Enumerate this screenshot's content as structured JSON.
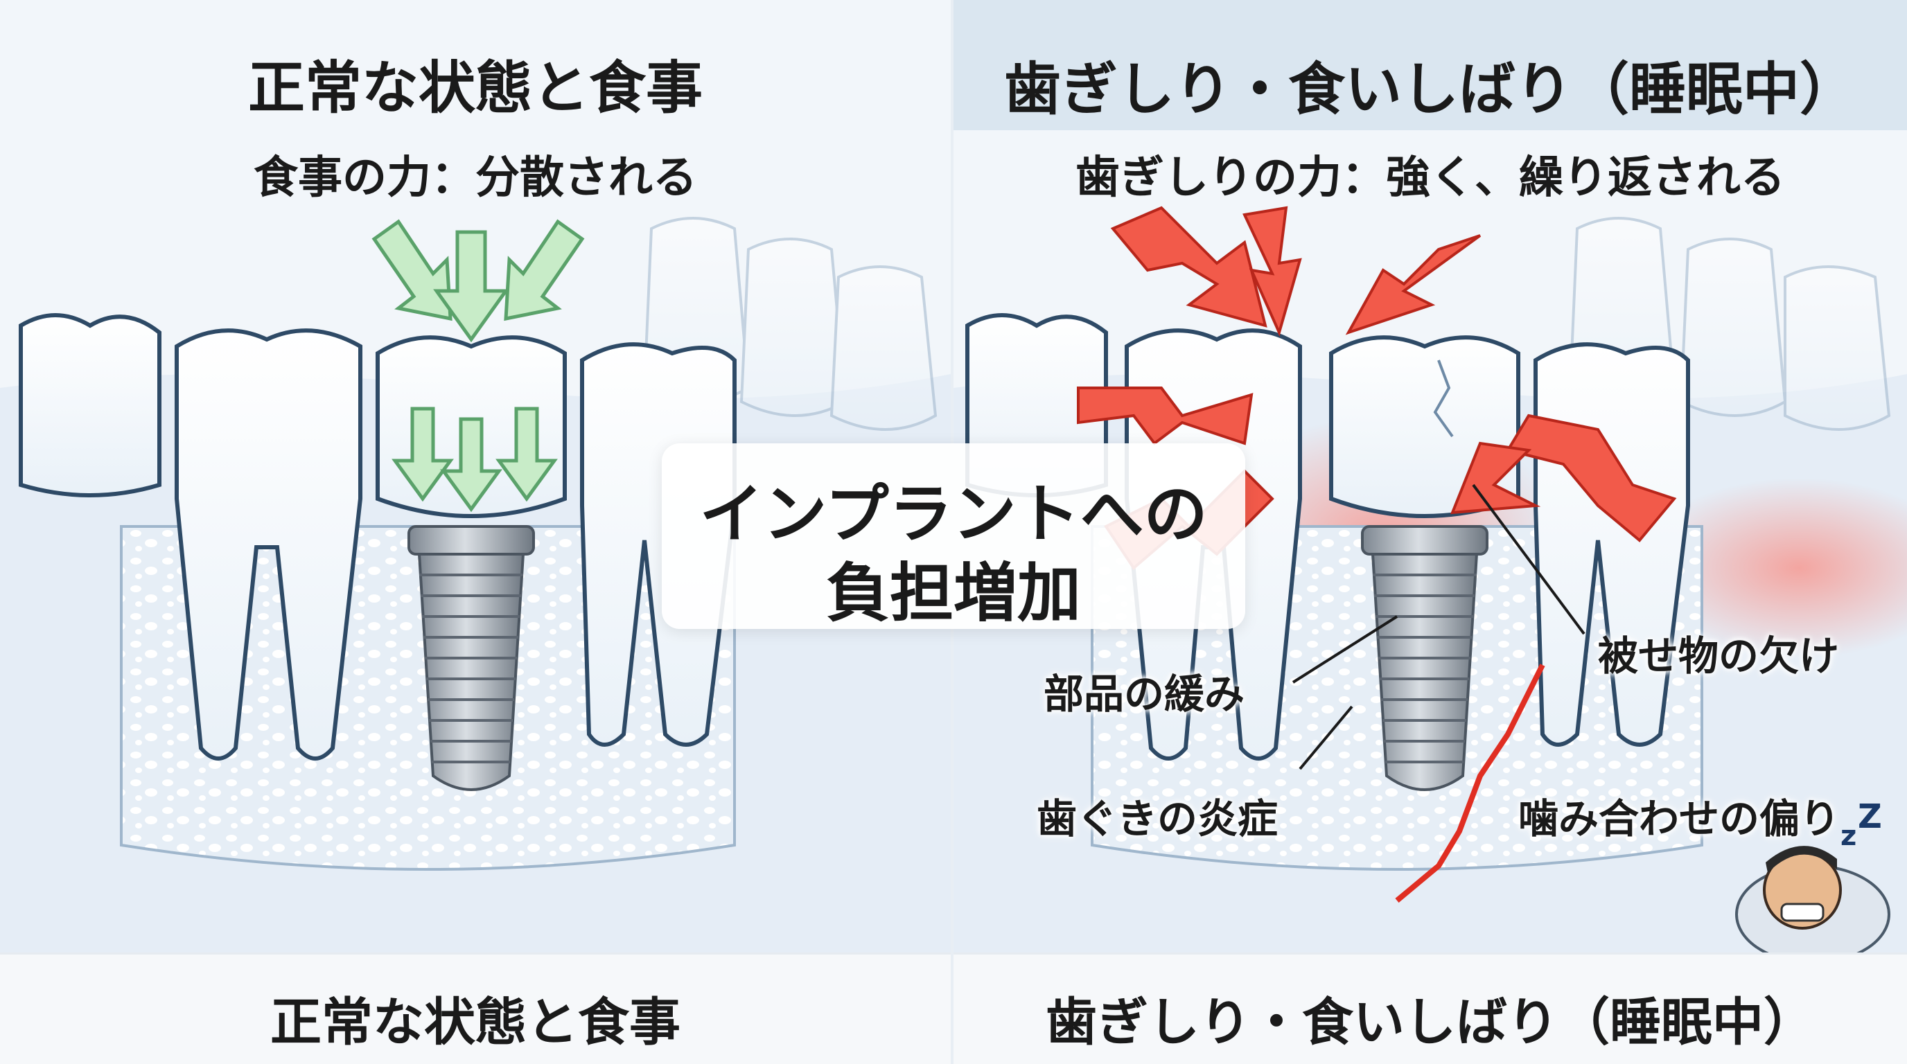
{
  "left": {
    "title": "正常な状態と食事",
    "subtitle": "食事の力：分散される",
    "footer": "正常な状態と食事"
  },
  "right": {
    "title": "歯ぎしり・食いしばり（睡眠中）",
    "subtitle": "歯ぎしりの力：強く、繰り返される",
    "footer": "歯ぎしり・食いしばり（睡眠中）",
    "callouts": {
      "crown_chip": "被せ物の欠け",
      "screw_loosening": "部品の緩み",
      "gum_inflammation": "歯ぐきの炎症",
      "bite_imbalance": "噛み合わせの偏り"
    }
  },
  "center": {
    "line1": "インプラントへの",
    "line2": "負担増加"
  },
  "colors": {
    "normal_arrow": "#c8ecc8",
    "force_arrow": "#f25a4a",
    "tooth_outline": "#2e4a66",
    "bone": "#e8f0f7",
    "implant": "#9aa3ad"
  }
}
